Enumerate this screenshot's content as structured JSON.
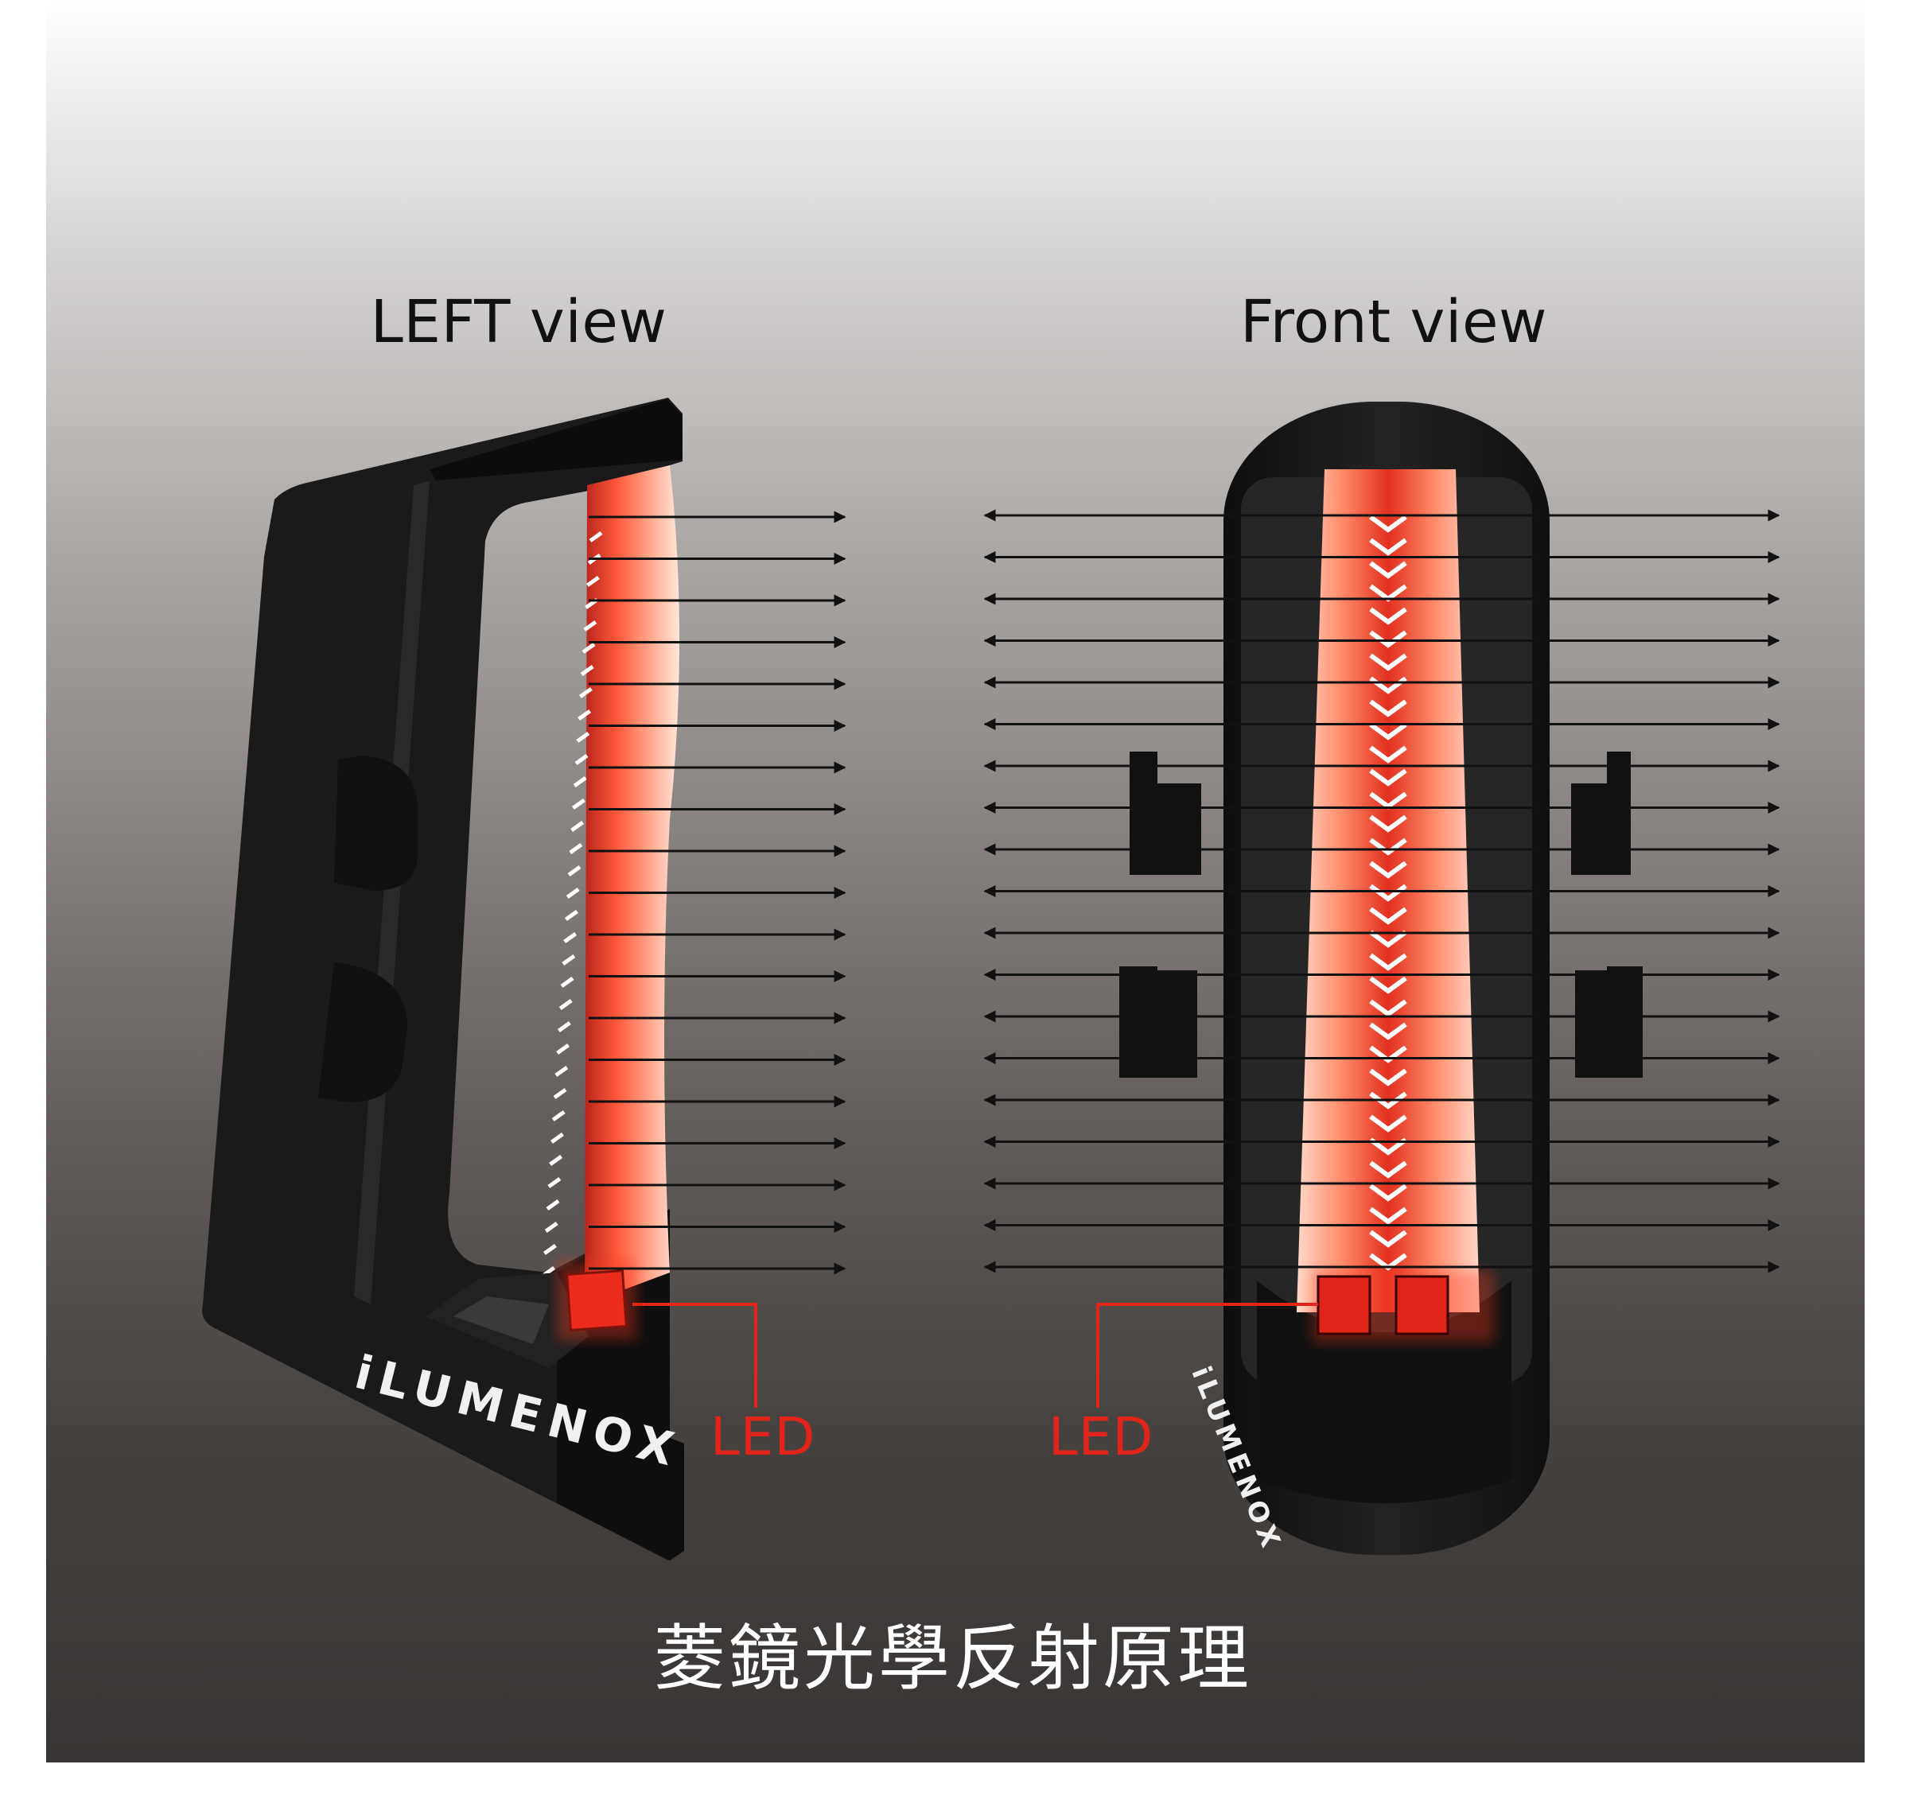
{
  "views": {
    "left_title": "LEFT view",
    "front_title": "Front view"
  },
  "labels": {
    "led_left": "LED",
    "led_front": "LED"
  },
  "brand": {
    "left": "iLUMENOX",
    "front": "iLUMENOX"
  },
  "caption": "菱鏡光學反射原理",
  "colors": {
    "led": "#e1251b",
    "glow": "#ff7a5c",
    "housing": "#1b1b1b",
    "arrow": "#111111"
  }
}
